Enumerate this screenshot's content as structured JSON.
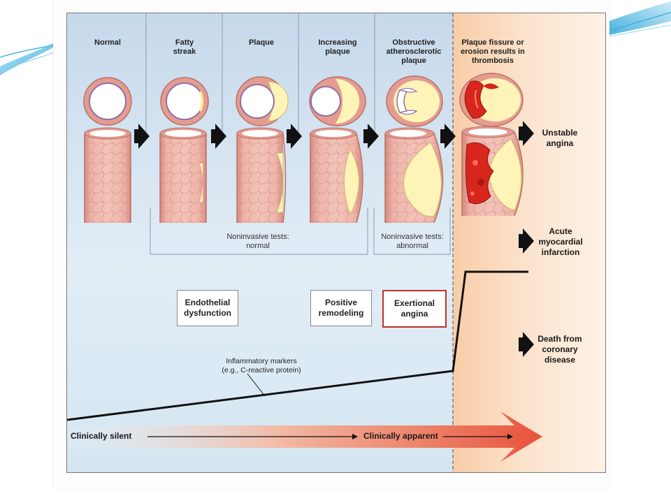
{
  "stages": [
    {
      "label": "Normal"
    },
    {
      "label": "Fatty\nstreak"
    },
    {
      "label": "Plaque"
    },
    {
      "label": "Increasing\nplaque"
    },
    {
      "label": "Obstructive\natherosclerotic\nplaque"
    },
    {
      "label": "Plaque fissure or\nerosion results in\nthrombosis"
    }
  ],
  "tests": {
    "normal": "Noninvasive tests:\nnormal",
    "abnormal": "Noninvasive tests:\nabnormal"
  },
  "boxes": {
    "endothelial": "Endothelial\ndysfunction",
    "remodeling": "Positive\nremodeling",
    "angina": "Exertional\nangina"
  },
  "outcomes": {
    "unstable": "Unstable\nangina",
    "mi": "Acute\nmyocardial\ninfarction",
    "death": "Death from\ncoronary\ndisease"
  },
  "markers_note": "Inflammatory markers\n(e.g., C-reactive protein)",
  "timeline": {
    "silent": "Clinically silent",
    "apparent": "Clinically apparent"
  },
  "colors": {
    "silent_bg": "#cfe0ee",
    "apparent_bg": "#fbdcc0",
    "vessel_wall": "#e8a49a",
    "plaque": "#fff4b8",
    "thrombus": "#d8261c",
    "big_arrow": "#e8583a",
    "angina_border": "#c0302a"
  }
}
